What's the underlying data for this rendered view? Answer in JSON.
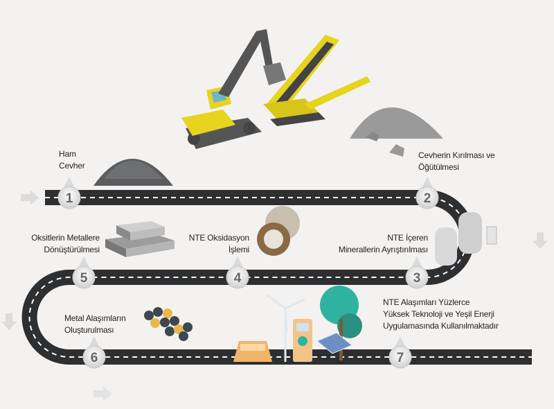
{
  "steps": [
    {
      "number": "1",
      "lines": [
        "Ham",
        "Cevher"
      ]
    },
    {
      "number": "2",
      "lines": [
        "Cevherin Kırılması ve",
        "Öğütülmesi"
      ]
    },
    {
      "number": "3",
      "lines": [
        "NTE İçeren",
        "Minerallerin Ayrıştırılması"
      ]
    },
    {
      "number": "4",
      "lines": [
        "NTE Oksidasyon",
        "İşlemi"
      ]
    },
    {
      "number": "5",
      "lines": [
        "Oksitlerin Metallere",
        "Dönüştürülmesi"
      ]
    },
    {
      "number": "6",
      "lines": [
        "Metal Alaşımların",
        "Oluşturulması"
      ]
    },
    {
      "number": "7",
      "lines": [
        "NTE Alaşımları Yüzlerce",
        "Yüksek Teknoloji ve Yeşil Enerji",
        "Uygulamasında Kullanılmaktadır"
      ]
    }
  ],
  "colors": {
    "road": "#2e2f31",
    "background": "#f3f2f1",
    "machine": "#e6d41e",
    "tree": "#2fb3a0",
    "car": "#f2b46a"
  }
}
